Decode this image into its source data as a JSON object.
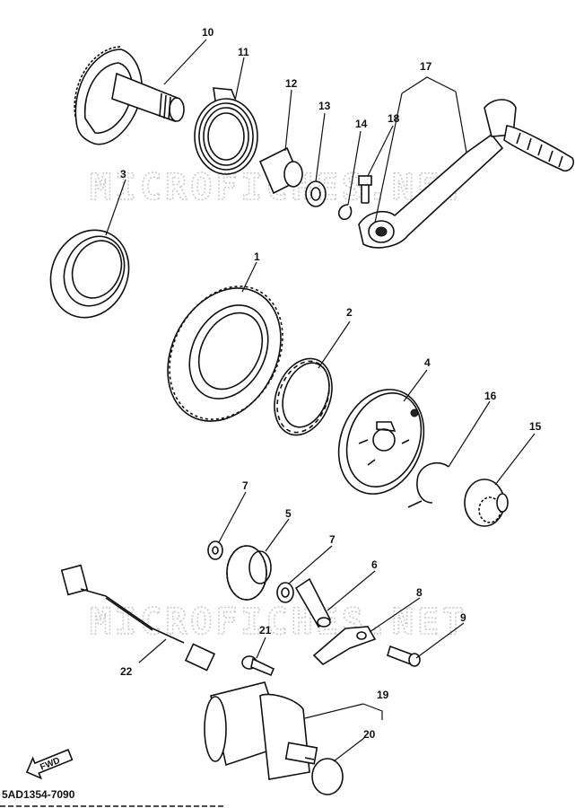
{
  "watermark": "MICROFICHES.NET",
  "diagram_code": "5AD1354-7090",
  "fwd_label": "FWD",
  "callouts": {
    "c1": "1",
    "c2": "2",
    "c3": "3",
    "c4": "4",
    "c5": "5",
    "c6": "6",
    "c7a": "7",
    "c7b": "7",
    "c8": "8",
    "c9": "9",
    "c10": "10",
    "c11": "11",
    "c12": "12",
    "c13": "13",
    "c14": "14",
    "c15": "15",
    "c16": "16",
    "c17": "17",
    "c18": "18",
    "c19": "19",
    "c20": "20",
    "c21": "21",
    "c22": "22"
  }
}
